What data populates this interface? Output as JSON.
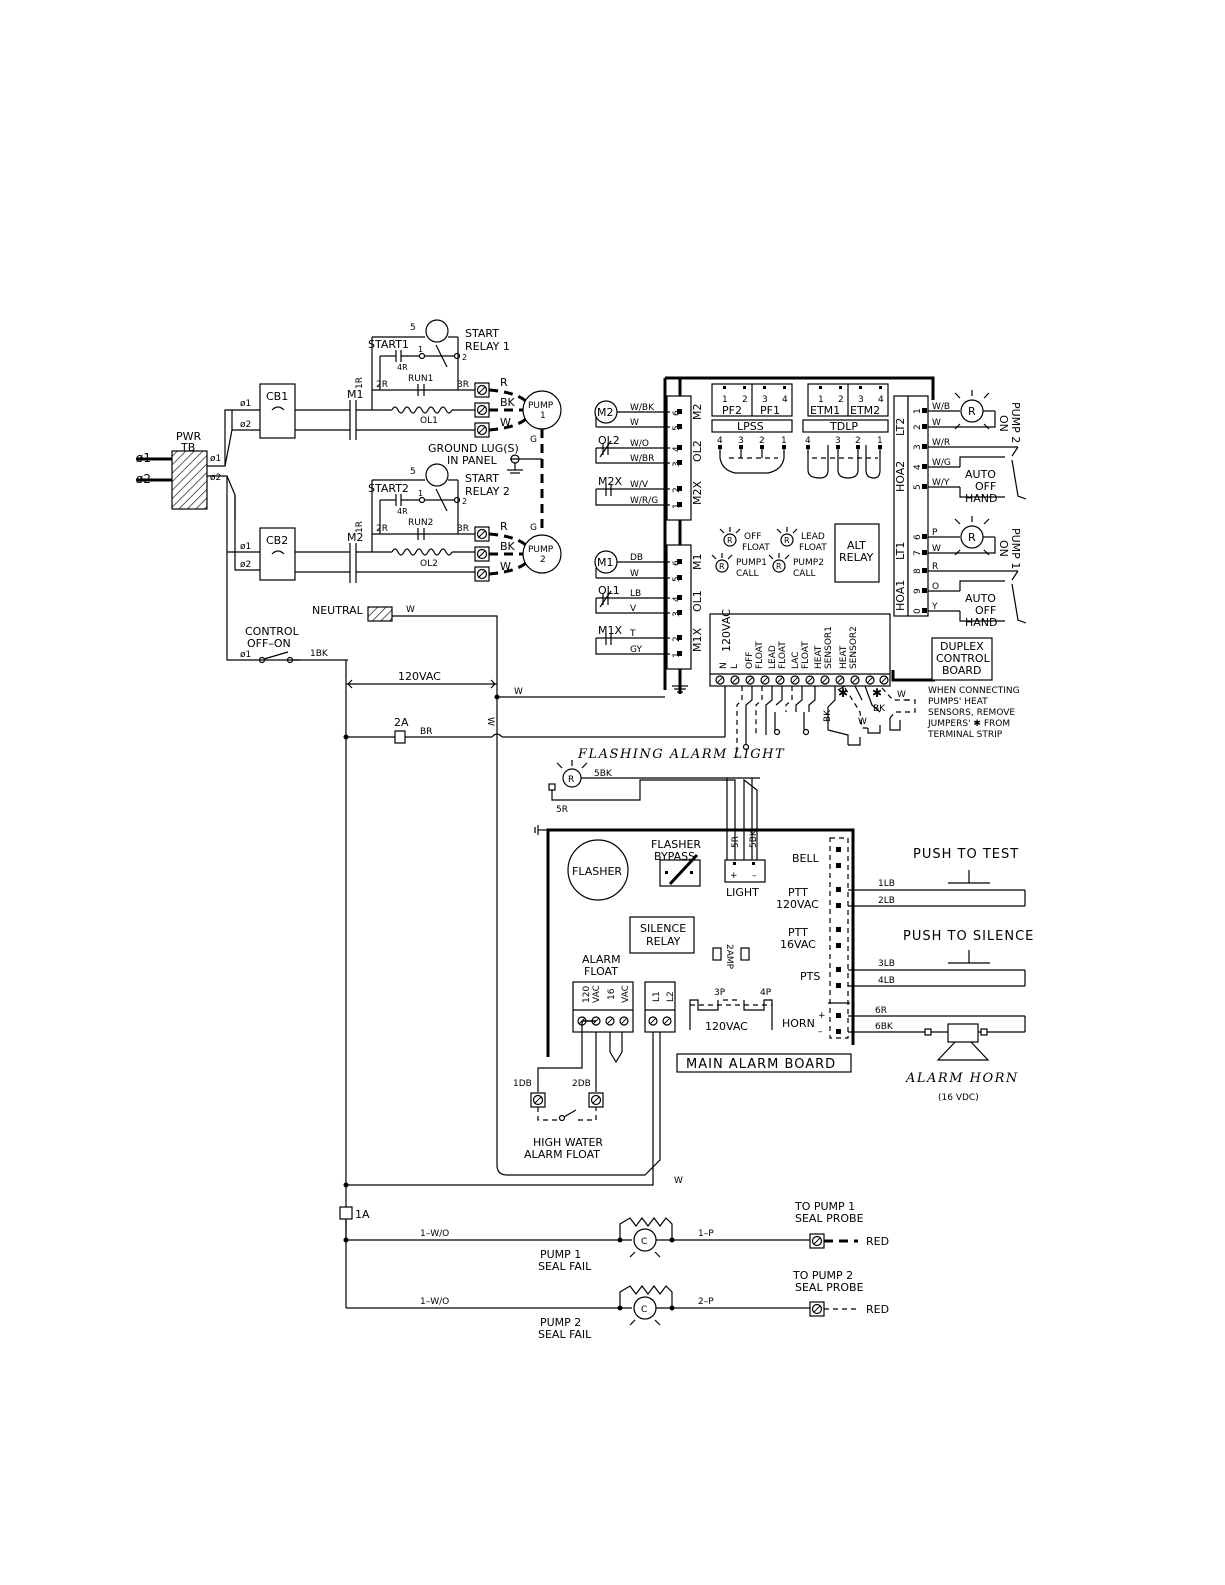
{
  "power": {
    "tb": [
      "PWR",
      "TB"
    ],
    "phase1": "ø1",
    "phase2": "ø2",
    "cb1": "CB1",
    "cb2": "CB2"
  },
  "pump1": {
    "label": [
      "PUMP",
      "1"
    ],
    "start_relay": [
      "START",
      "RELAY 1"
    ],
    "start": "START1",
    "run": "RUN1",
    "ol": "OL1",
    "m": "M1",
    "c4r": "4R",
    "c2r": "2R",
    "c3r": "3R",
    "c1r": "1R",
    "n5": "5",
    "n1": "1",
    "n2": "2",
    "wires": [
      "R",
      "BK",
      "W"
    ],
    "g": "G"
  },
  "pump2": {
    "label": [
      "PUMP",
      "2"
    ],
    "start_relay": [
      "START",
      "RELAY 2"
    ],
    "start": "START2",
    "run": "RUN2",
    "ol": "OL2",
    "m": "M2",
    "c4r": "4R",
    "c2r": "2R",
    "c3r": "3R",
    "c1r": "1R",
    "n5": "5",
    "n1": "1",
    "n2": "2",
    "wires": [
      "R",
      "BK",
      "W"
    ],
    "g": "G"
  },
  "ground": [
    "GROUND LUG(S)",
    "IN PANEL"
  ],
  "neutral": {
    "label": "NEUTRAL",
    "wire": "W"
  },
  "control": {
    "label": [
      "CONTROL",
      "OFF–ON"
    ],
    "phase": "ø1",
    "wire": "1BK",
    "v120": "120VAC",
    "w": "W",
    "fuse": "2A",
    "br": "BR"
  },
  "duplex": {
    "title": [
      "DUPLEX",
      "CONTROL",
      "BOARD"
    ],
    "left_terms": [
      {
        "n": "6",
        "wire": "W/BK"
      },
      {
        "n": "5",
        "wire": "W"
      },
      {
        "n": "4",
        "wire": "W/O"
      },
      {
        "n": "3",
        "wire": "W/BR"
      },
      {
        "n": "2",
        "wire": "W/V"
      },
      {
        "n": "1",
        "wire": "W/R/G"
      },
      {
        "n": "6",
        "wire": "DB"
      },
      {
        "n": "5",
        "wire": "W"
      },
      {
        "n": "4",
        "wire": "LB"
      },
      {
        "n": "3",
        "wire": "V"
      },
      {
        "n": "2",
        "wire": "T"
      },
      {
        "n": "1",
        "wire": "GY"
      }
    ],
    "left_groups": [
      "M2",
      "OL2",
      "M2X",
      "M1",
      "OL1",
      "M1X"
    ],
    "left_devices": [
      "M2",
      "OL2",
      "M2X",
      "M1",
      "OL1",
      "M1X"
    ],
    "top_groups": [
      "PF2",
      "PF1",
      "ETM1",
      "ETM2"
    ],
    "top_nums": [
      "1",
      "2",
      "3",
      "4",
      "1",
      "2",
      "3",
      "4"
    ],
    "lpss": "LPSS",
    "tdlp": "TDLP",
    "lpss_nums": [
      "4",
      "3",
      "2",
      "1"
    ],
    "tdlp_nums": [
      "4",
      "3",
      "2",
      "1"
    ],
    "right_terms": [
      {
        "n": "1",
        "wire": "W/B"
      },
      {
        "n": "2",
        "wire": "W"
      },
      {
        "n": "3",
        "wire": "W/R"
      },
      {
        "n": "4",
        "wire": "W/G"
      },
      {
        "n": "5",
        "wire": "W/Y"
      },
      {
        "n": "6",
        "wire": "P"
      },
      {
        "n": "7",
        "wire": "W"
      },
      {
        "n": "8",
        "wire": "R"
      },
      {
        "n": "9",
        "wire": "O"
      },
      {
        "n": "0",
        "wire": "Y"
      }
    ],
    "right_groups": [
      "LT2",
      "HOA2",
      "LT1",
      "HOA1"
    ],
    "pump2_on": [
      "PUMP 2",
      "ON"
    ],
    "pump1_on": [
      "PUMP 1",
      "ON"
    ],
    "hoa": [
      "AUTO",
      "OFF",
      "HAND"
    ],
    "lamp_r": "R",
    "indicators": [
      [
        "OFF",
        "FLOAT"
      ],
      [
        "LEAD",
        "FLOAT"
      ],
      [
        "PUMP1",
        "CALL"
      ],
      [
        "PUMP2",
        "CALL"
      ]
    ],
    "alt_relay": [
      "ALT",
      "RELAY"
    ],
    "bottom_terms": [
      "120VAC",
      "N",
      "L",
      "OFF",
      "FLOAT",
      "LEAD",
      "FLOAT",
      "LAC",
      "FLOAT",
      "HEAT",
      "SENSOR1",
      "HEAT",
      "SENSOR2"
    ],
    "bk": "BK",
    "wj": "W",
    "note": [
      "WHEN CONNECTING",
      "PUMPS' HEAT",
      "SENSORS, REMOVE",
      "JUMPERS' ✱ FROM",
      "TERMINAL STRIP"
    ]
  },
  "alarm": {
    "flashing_light": "FLASHING ALARM LIGHT",
    "f5bk": "5BK",
    "f5r": "5R",
    "flasher": "FLASHER",
    "flasher_bypass": [
      "FLASHER",
      "BYPASS"
    ],
    "light": "LIGHT",
    "plus": "+",
    "minus": "–",
    "bell": "BELL",
    "ptt120": [
      "PTT",
      "120VAC"
    ],
    "ptt16": [
      "PTT",
      "16VAC"
    ],
    "pts": "PTS",
    "horn": "HORN",
    "silence_relay": [
      "SILENCE",
      "RELAY"
    ],
    "amp": "2AMP",
    "alarm_float": [
      "ALARM",
      "FLOAT"
    ],
    "v120": [
      "120",
      "VAC"
    ],
    "v16": [
      "16",
      "VAC"
    ],
    "l1": "L1",
    "l2": "L2",
    "p3": "3P",
    "p4": "4P",
    "v120b": "120VAC",
    "main_board": "MAIN ALARM BOARD",
    "push_test": "PUSH TO TEST",
    "push_silence": "PUSH TO SILENCE",
    "w1lb": "1LB",
    "w2lb": "2LB",
    "w3lb": "3LB",
    "w4lb": "4LB",
    "w6r": "6R",
    "w6bk": "6BK",
    "alarm_horn": "ALARM HORN",
    "horn_v": "(16 VDC)",
    "db1": "1DB",
    "db2": "2DB",
    "high_water": [
      "HIGH WATER",
      "ALARM FLOAT"
    ]
  },
  "seal": {
    "fuse": "1A",
    "w": "W",
    "p1": {
      "wire": "1–W/O",
      "out": "1–P",
      "label": [
        "PUMP 1",
        "SEAL FAIL"
      ],
      "probe": [
        "TO PUMP 1",
        "SEAL PROBE"
      ],
      "red": "RED"
    },
    "p2": {
      "wire": "1–W/O",
      "out": "2–P",
      "label": [
        "PUMP 2",
        "SEAL FAIL"
      ],
      "probe": [
        "TO PUMP 2",
        "SEAL PROBE"
      ],
      "red": "RED"
    },
    "lamp": "C"
  }
}
